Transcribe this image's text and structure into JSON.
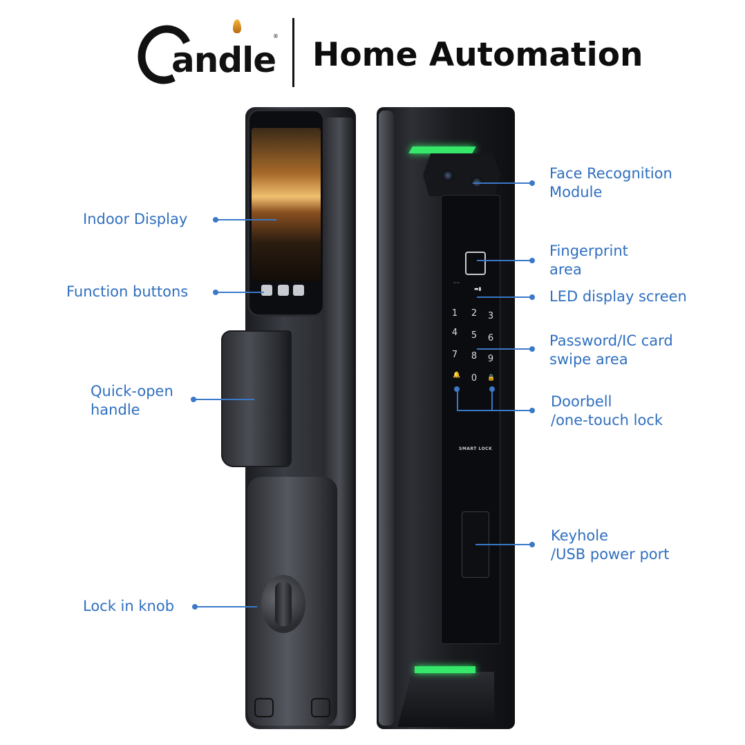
{
  "header": {
    "brand": "andle",
    "title": "Home Automation"
  },
  "colors": {
    "label_blue": "#2f6fbf",
    "accent_green": "#35e86a",
    "lock_dark": "#1a1c20"
  },
  "left_labels": [
    {
      "id": "indoor-display",
      "text": "Indoor Display"
    },
    {
      "id": "function-buttons",
      "text": "Function buttons"
    },
    {
      "id": "quick-open-handle",
      "text": "Quick-open\nhandle"
    },
    {
      "id": "lock-in-knob",
      "text": "Lock in knob"
    }
  ],
  "right_labels": [
    {
      "id": "face-recognition",
      "text": "Face Recognition\nModule"
    },
    {
      "id": "fingerprint-area",
      "text": "Fingerprint\narea"
    },
    {
      "id": "led-display",
      "text": "LED display screen"
    },
    {
      "id": "password-ic",
      "text": "Password/IC card\nswipe area"
    },
    {
      "id": "doorbell",
      "text": "Doorbell\n/one-touch lock"
    },
    {
      "id": "keyhole",
      "text": "Keyhole\n/USB power port"
    }
  ],
  "keypad": {
    "keys": [
      "1",
      "2",
      "3",
      "4",
      "5",
      "6",
      "7",
      "8",
      "9",
      "🔔",
      "0",
      "🔒"
    ],
    "brand_text": "SMART LOCK"
  }
}
